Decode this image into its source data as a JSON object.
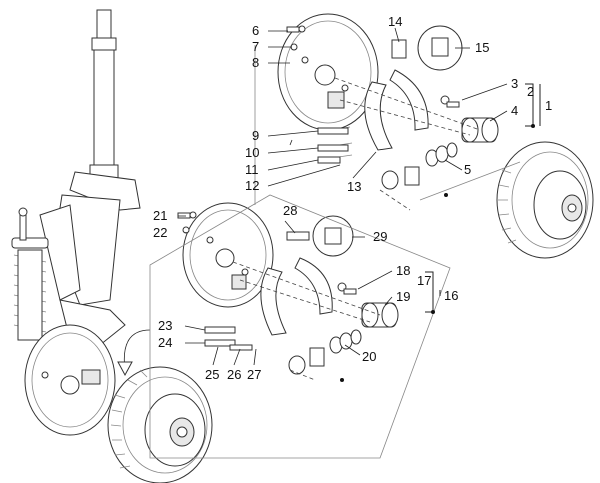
{
  "callouts": {
    "c1": "1",
    "c2": "2",
    "c3": "3",
    "c4": "4",
    "c5": "5",
    "c6": "6",
    "c7": "7",
    "c8": "8",
    "c9": "9",
    "c10": "10",
    "c11": "11",
    "c12": "12",
    "c13": "13",
    "c14": "14",
    "c15": "15",
    "c16": "16",
    "c17": "17",
    "c18": "18",
    "c19": "19",
    "c20": "20",
    "c21": "21",
    "c22": "22",
    "c23": "23",
    "c24": "24",
    "c25": "25",
    "c26": "26",
    "c27": "27",
    "c28": "28",
    "c29": "29"
  },
  "colors": {
    "line": "#333333",
    "text": "#111111",
    "shade": "#e8e8e8"
  }
}
